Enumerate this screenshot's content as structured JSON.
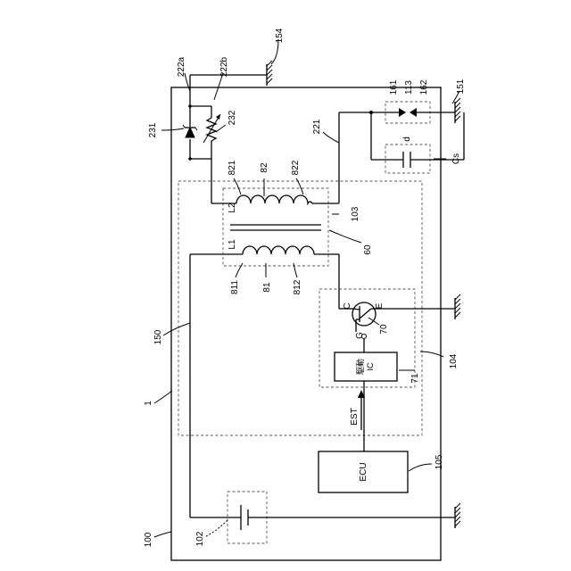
{
  "labels": {
    "main_device": "1",
    "system": "100",
    "battery_box": "102",
    "transformer_box": "103",
    "ic_box": "104",
    "ecu_ref": "105",
    "coil_unit": "150",
    "spark_plug": "151",
    "ground_ref": "154",
    "gap_left": "161",
    "plug_ref": "113",
    "gap_right": "162",
    "high_side_wire": "221",
    "terminal_a": "222a",
    "terminal_b": "222b",
    "diode_ref": "231",
    "resistor_ref": "232",
    "core_ref": "60",
    "transistor_ref": "70",
    "driver_ref": "71",
    "primary_coil": "81",
    "secondary_coil": "82",
    "primary_start": "811",
    "primary_end": "812",
    "secondary_start": "821",
    "secondary_end": "822",
    "primary_label": "L1",
    "secondary_label": "L2",
    "collector": "C",
    "emitter": "E",
    "gate": "G",
    "gap_distance": "d",
    "capacitance": "Cs",
    "ecu_text": "ECU",
    "driver_text_1": "駆動",
    "driver_text_2": "IC",
    "signal": "EST"
  }
}
